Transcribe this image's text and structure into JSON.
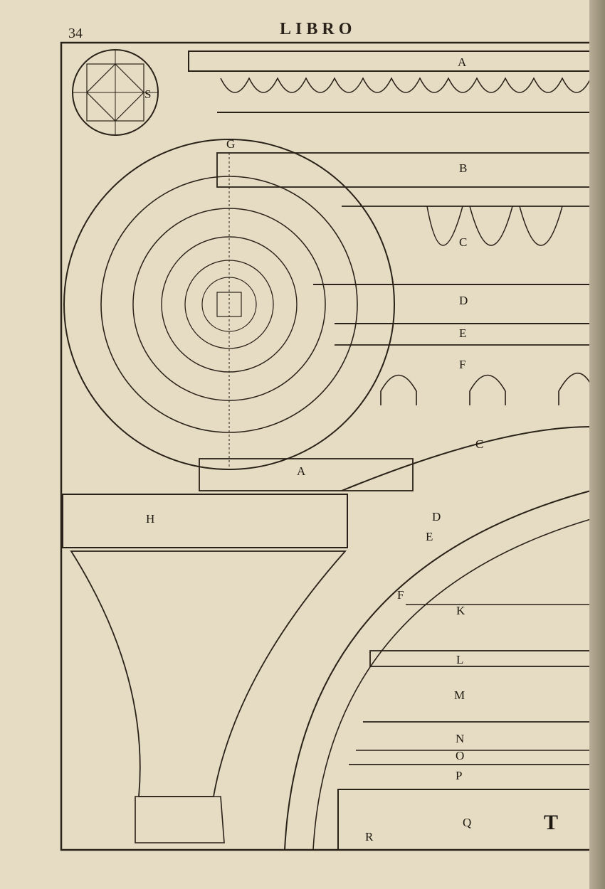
{
  "page": {
    "number": "34",
    "running_head": "LIBRO"
  },
  "figure": {
    "labels": {
      "A_top": "A",
      "B": "B",
      "C_top": "C",
      "D_top": "D",
      "E_top": "E",
      "F_top": "F",
      "G": "G",
      "H": "H",
      "A_low": "A",
      "C_low": "C",
      "D_low": "D",
      "E_low": "E",
      "F_low": "F",
      "K": "K",
      "L": "L",
      "M": "M",
      "N": "N",
      "O": "O",
      "P": "P",
      "Q": "Q",
      "R": "R",
      "T": "T",
      "S": "S"
    }
  }
}
